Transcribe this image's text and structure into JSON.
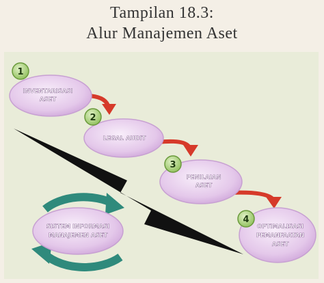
{
  "title": {
    "line1": "Tampilan 18.3:",
    "line2": "Alur Manajemen Aset"
  },
  "colors": {
    "background": "#f4efe6",
    "panel": "#e9ecd9",
    "ellipse_fill": "#e4c8ea",
    "ellipse_stroke": "#c7a0d2",
    "badge_fill": "#a9cf7a",
    "badge_stroke": "#6a9a3c",
    "arrow": "#d63a2a",
    "bolt": "#111111",
    "cycle_arrow": "#2f8a7c"
  },
  "steps": [
    {
      "number": "1",
      "label_lines": [
        "INVENTARISASI",
        "ASET"
      ]
    },
    {
      "number": "2",
      "label_lines": [
        "LEGAL AUDIT"
      ]
    },
    {
      "number": "3",
      "label_lines": [
        "PENILAIAN",
        "ASET"
      ]
    },
    {
      "number": "4",
      "label_lines": [
        "OPTIMALISASI",
        "PEMANFAATAN",
        "ASET"
      ]
    }
  ],
  "system": {
    "label_lines": [
      "SISTEM INFORMASI",
      "MANAJEMEN ASET"
    ]
  }
}
